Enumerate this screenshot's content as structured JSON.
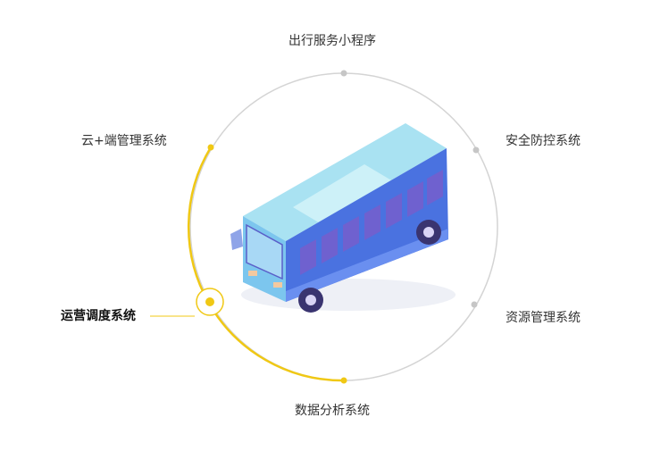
{
  "nodes": [
    {
      "id": "top",
      "label": "出行服务小程序"
    },
    {
      "id": "top-left",
      "label": "云+端管理系统"
    },
    {
      "id": "top-right",
      "label": "安全防控系统"
    },
    {
      "id": "left",
      "label": "运营调度系统",
      "active": true
    },
    {
      "id": "bottom-right",
      "label": "资源管理系统"
    },
    {
      "id": "bottom",
      "label": "数据分析系统"
    }
  ],
  "colors": {
    "ring": "#d4d4d4",
    "highlight": "#f0c814",
    "bus_roof": "#a9e2f2",
    "bus_side": "#4a72e0",
    "bus_front": "#7cc6ee",
    "window": "#6f61cf",
    "wheel": "#3a3470"
  },
  "icons": [
    "bus-illustration"
  ]
}
